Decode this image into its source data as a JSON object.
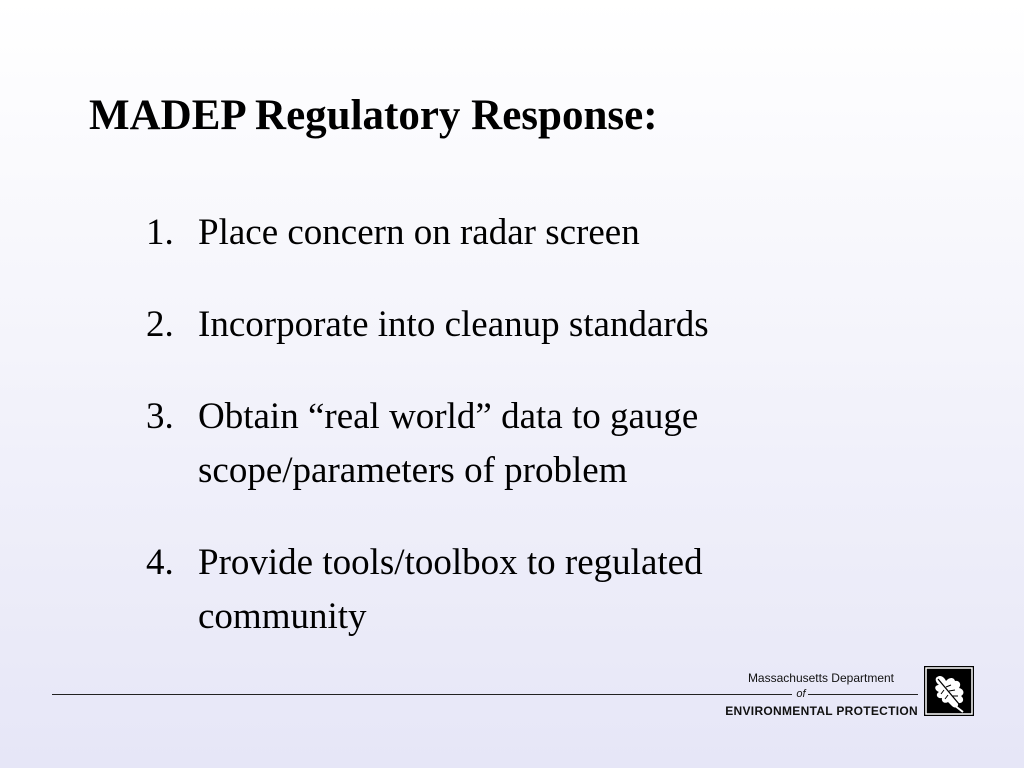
{
  "slide": {
    "title": "MADEP Regulatory Response:",
    "items": [
      {
        "number": "1.",
        "text": "Place concern on radar screen"
      },
      {
        "number": "2.",
        "text": "Incorporate into cleanup standards"
      },
      {
        "number": "3.",
        "text": "Obtain “real world” data to gauge scope/parameters of problem"
      },
      {
        "number": "4.",
        "text": "Provide tools/toolbox to regulated community"
      }
    ]
  },
  "footer": {
    "department": "Massachusetts Department",
    "of": "of",
    "agency": "ENVIRONMENTAL  PROTECTION",
    "logo_icon": "oak-leaf-icon"
  },
  "colors": {
    "text": "#000000",
    "background_top": "#ffffff",
    "background_bottom": "#e6e6f7"
  }
}
